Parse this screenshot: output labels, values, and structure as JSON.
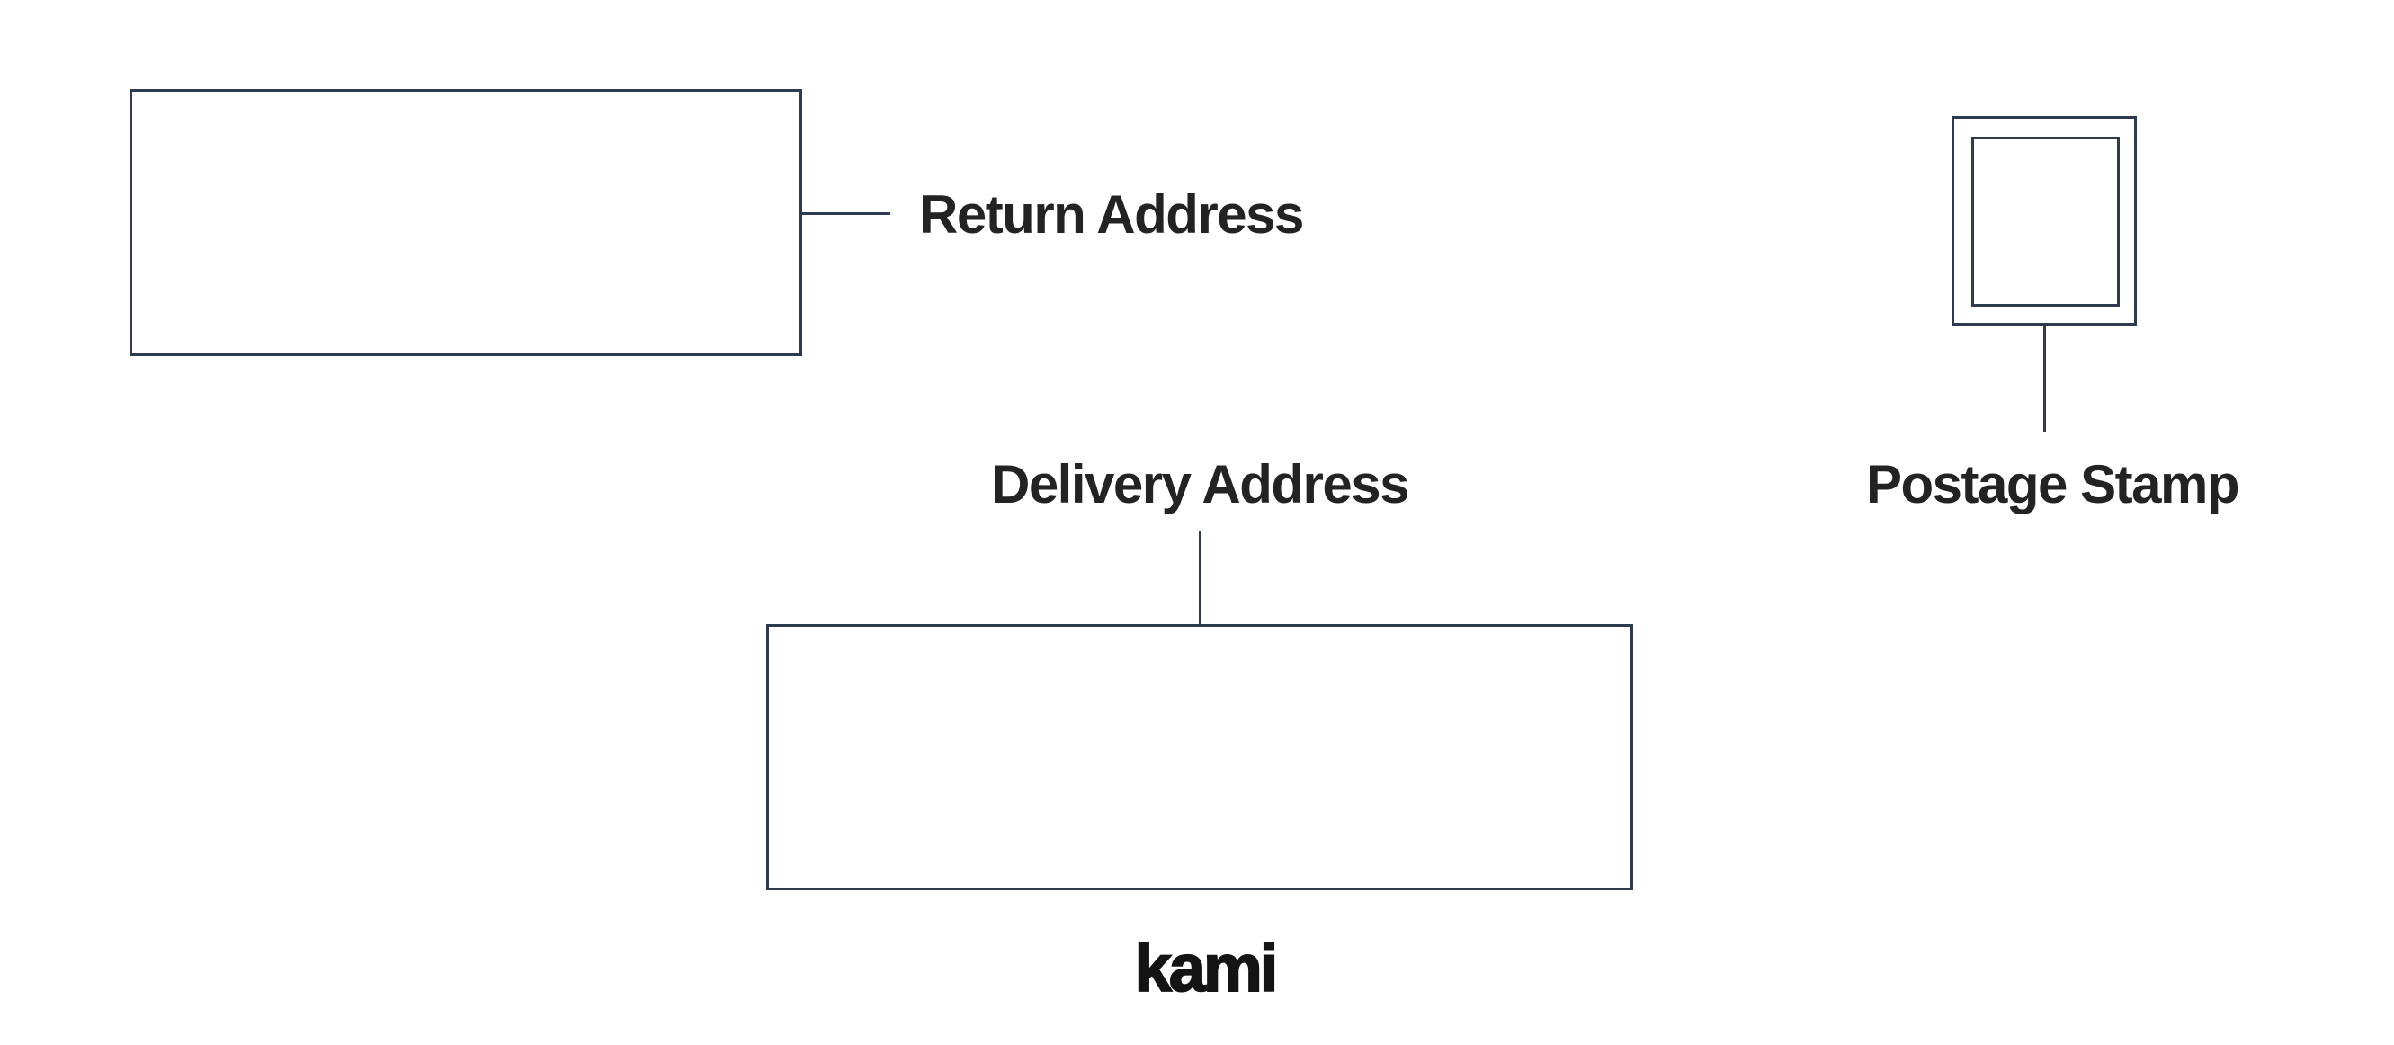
{
  "page": {
    "background": "#ffffff"
  },
  "colors": {
    "stroke": "#2e3a4e",
    "label_text": "#232323",
    "logo_text": "#141414"
  },
  "envelope_diagram": {
    "return_address": {
      "label": "Return Address"
    },
    "delivery_address": {
      "label": "Delivery Address"
    },
    "postage_stamp": {
      "label": "Postage Stamp"
    },
    "brand_logo": "kami"
  }
}
